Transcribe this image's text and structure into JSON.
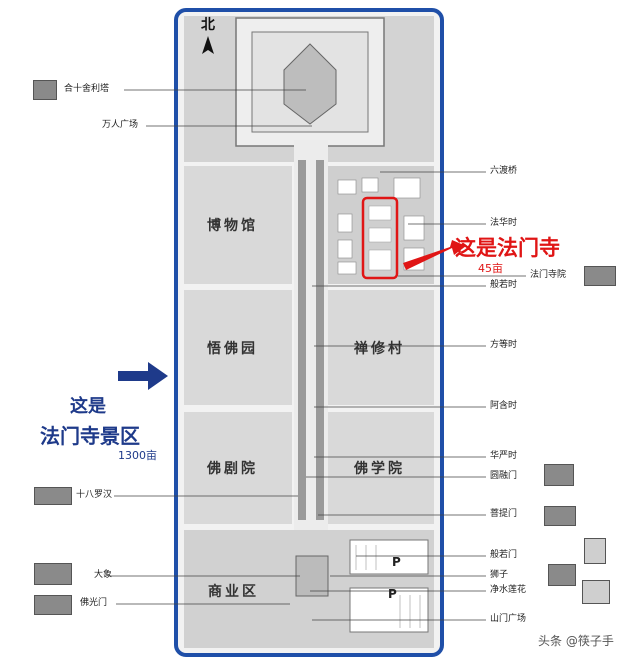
{
  "compass_label": "北",
  "zones": {
    "museum": "博物馆",
    "enlightenment_garden": "悟佛园",
    "meditation_village": "禅修村",
    "buddhist_drama_court": "佛剧院",
    "buddhist_academy": "佛学院",
    "commercial_zone": "商业区"
  },
  "right_labels": [
    "六渡桥",
    "法华时",
    "法门寺院",
    "般若时",
    "方等时",
    "阿含时",
    "华严时",
    "圆融门",
    "菩提门",
    "般若门",
    "狮子",
    "净水莲花",
    "山门广场"
  ],
  "left_labels": [
    "合十舍利塔",
    "万人广场",
    "十八罗汉",
    "大象",
    "佛光门"
  ],
  "parking_labels": [
    "P",
    "P"
  ],
  "callout_temple": {
    "title_prefix": "这是",
    "title_strong": "法门寺",
    "area": "45亩"
  },
  "callout_scenic": {
    "line1": "这是",
    "line2": "法门寺景区",
    "area": "1300亩"
  },
  "watermark": "头条 @筷子手",
  "colors": {
    "boundary": "#1f4fa8",
    "temple_highlight": "#e01515",
    "callout_blue": "#1e3a8a",
    "zone_fill": "#d9d9d9"
  }
}
